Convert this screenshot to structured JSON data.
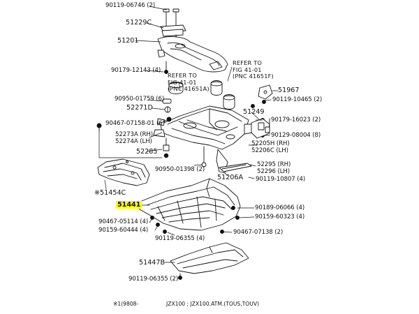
{
  "labels": {
    "p90119_06746": "90119-06746 (2)",
    "p51229C": "51229C",
    "p51201": "51201",
    "p90179_12143": "90179-12143 (4)",
    "p90950_01759": "90950-01759 (6)",
    "p52271D": "52271D",
    "p90467_07158": "90467-07158-01 (6)",
    "p52273A": "52273A (RH)",
    "p52274A": "52274A (LH)",
    "p52285": "52285",
    "p90950_01398": "90950-01398 (2)",
    "p51454C": "※51454C",
    "p51441": "51441",
    "p90467_05114": "90467-05114 (4)",
    "p90159_60444": "90159-60444 (4)",
    "p90119_06355a": "90119-06355 (4)",
    "p51447B": "51447B",
    "p90119_06355b": "90119-06355 (2)",
    "p51967": "51967",
    "p90119_10465": "90119-10465 (2)",
    "p51249": "51249",
    "p90179_16023": "90179-16023 (2)",
    "p90129_08004": "90129-08004 (8)",
    "p52205H": "52205H (RH)",
    "p52206C": "52206C (LH)",
    "p52295": "52295 (RH)",
    "p52296": "52296 (LH)",
    "p51206A": "51206A",
    "p90119_10807": "90119-10807 (4)",
    "p90189_06066": "90189-06066 (4)",
    "p90159_60323": "90159-60323 (4)",
    "p90467_07138": "90467-07138 (2)"
  },
  "references": {
    "left": {
      "line1": "REFER TO",
      "line2": "FIG 41-01",
      "line3": "(PNC 41651A)"
    },
    "right": {
      "line1": "REFER TO",
      "line2": "FIG 41-01",
      "line3": "(PNC 41651F)"
    }
  },
  "footnote": {
    "marker": "※1(9808-",
    "text": "JZX100 ; JZX100.ATM.(TOUS,TOUV)"
  },
  "highlight_color": "#ffff00"
}
